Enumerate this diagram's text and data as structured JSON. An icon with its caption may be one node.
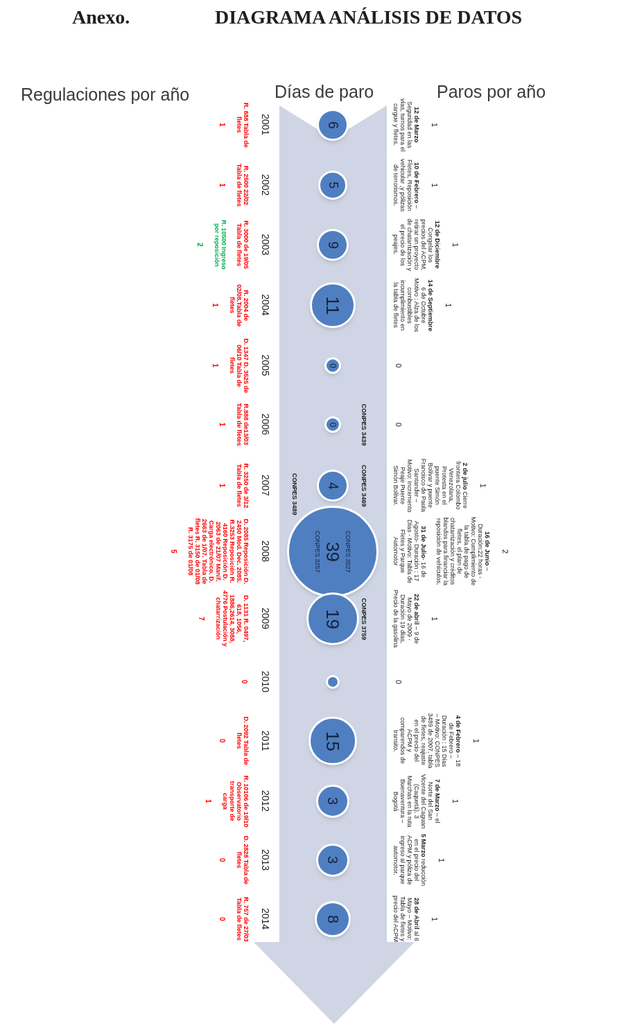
{
  "diagram": {
    "title": "DIAGRAMA ANÁLISIS DE DATOS",
    "nodes": [
      {
        "text": [
          "6"
        ]
      },
      {
        "text": [
          "5"
        ]
      },
      {
        "text": [
          "9"
        ]
      },
      {
        "text": [
          "11"
        ]
      },
      {
        "text": [
          "0"
        ]
      },
      {
        "text": [
          "0"
        ]
      },
      {
        "text": [
          "4"
        ]
      },
      {
        "text": [
          "CONPES 3527",
          "39",
          "CONPES 3257"
        ]
      },
      {
        "text": [
          "19"
        ]
      },
      {
        "text": [],
        "shape": "circle"
      },
      {
        "text": [
          "15"
        ]
      },
      {
        "text": [
          "3"
        ]
      },
      {
        "text": [
          "3"
        ]
      },
      {
        "text": [
          "8"
        ]
      }
    ],
    "labels": [
      "Anexo.",
      "Regulaciones por año",
      "Días de paro",
      "Paros por año",
      "2001",
      "R. 888 Tabla de fletes",
      "1",
      "**12 de Marzo** Seguridad en las vías, turnos para el cargue y fletes.",
      "1",
      "2002",
      "R. 2500 22/02 Tabla de fletes",
      "1",
      "**10 de Febrero** – Fletes, Reposición vehicular ,y pólizas de terrorismos.",
      "1",
      "2003",
      "R. 3000 de 19/05 Tabla de fletes",
      "R. 10500 Ingreso por reposición",
      "2",
      "**12 de Diciembre** Congelar los precios del ACPM, retirar un proyecto de chatarrización y el precio de los peajes.",
      "1",
      "2004",
      "R. 2004 de 02/08.Tabla de fletes",
      "1",
      "**14 de Septiembre** 6 de Octubre Motivo : Alza de los combustibles incumplimiento en la tabla de fletes",
      "1",
      "2005",
      "D. 1347 D. 3525 de 06/10 Tabla de fletes",
      "1",
      "0",
      "2006",
      "R.888 de13/03 Tabla de fletes",
      "1",
      "CONPES 3439",
      "0",
      "2007",
      "R. 3250 de 3/12 Tabla de fletes",
      "1",
      "CONPES 3469",
      "CONPES 3489",
      "**2 de julio** Cierre frontera Colombo Venezolana, Protesta en el puente Simón Bolívar y puente Francisco de Paula Santander – Motivo: Incremento Peaje Puente Simón Bolívar.",
      "1",
      "2008",
      "D. 2085 Reposición D. 2450 Mod. Dec. 2085. R.3253 Reposición R. 4160 Reposición D. 2063 de 21/07 Manif. Carga electrónico. D. 2663 de 1/07. Tabla de fletes R. 3150 de 01/08 R. 3175 de 01/08",
      "5",
      "**16 de Junio** – Duración:22 horas - Motivo: Cumplimiento de la tabla de pago de fletes, el plan de chatarrización y créditos blandos para financiar la reposición de vehículos.",
      "**31 de Julio**- 16 de Agosto- Duración : 17 Días - Motivo: Tabla de Fletes y Parque Automotor",
      "2",
      "2009",
      "D. 1131 R. 0497, 618, 1056, 1886,2614, 3088, 4776 Postulación y chatarrización",
      "7",
      "CONPES 3759",
      "**22 de abril** – 9 de Mayo de 2009 - Duración 19 días, Precio de la gasolina",
      "1",
      "2010",
      "0",
      "0",
      "2011",
      "D. 2092 Tabla de fletes",
      "0",
      "**4 de Febrero** – 18 de Febrero – Duración : 15 Días – Motivo: CONPES 3489 de 2007, tabla de fletes, reajuste en el precio del ACPM y comparendos de transito.",
      "1",
      "2012",
      "R. 10106 de 19/10 Observatorio transporte de carga",
      "1",
      "**7 de Marzo** – el Norte del San Vicente del Caguan (Caquetá). 3 Marchas en la ruta Buenaventura – Bogotá",
      "1",
      "2013",
      "D. 2828 Tabla de fletes",
      "0",
      "**5 Marzo** reducción en el precio del ACPM y póliza de ingreso al parque automotor.",
      "1",
      "2014",
      "R. 757 de 27/03 Tabla de fletes",
      "0",
      "**28 de Abril** al 6 Mayo – Motivo: Tabla de fletes y precio del ACPM",
      "1"
    ]
  }
}
